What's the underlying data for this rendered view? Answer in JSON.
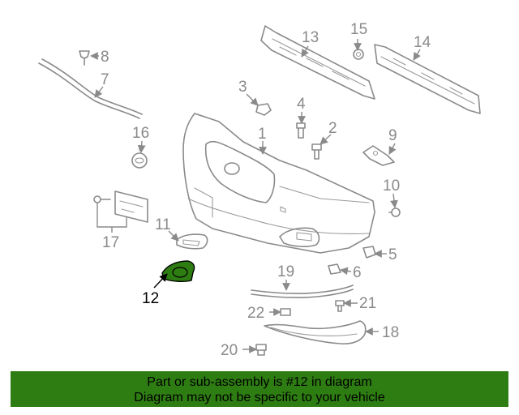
{
  "diagram": {
    "callouts": [
      "1",
      "2",
      "3",
      "4",
      "5",
      "6",
      "7",
      "8",
      "9",
      "10",
      "11",
      "12",
      "13",
      "14",
      "15",
      "16",
      "17",
      "18",
      "19",
      "20",
      "21",
      "22"
    ],
    "highlighted_part": "12",
    "highlight_color": "#2e7d12",
    "line_color": "#8a8a8a"
  },
  "banner": {
    "line1": "Part or sub-assembly is #12 in diagram",
    "line2": "Diagram may not be specific to your vehicle",
    "background": "#2e7d12"
  }
}
